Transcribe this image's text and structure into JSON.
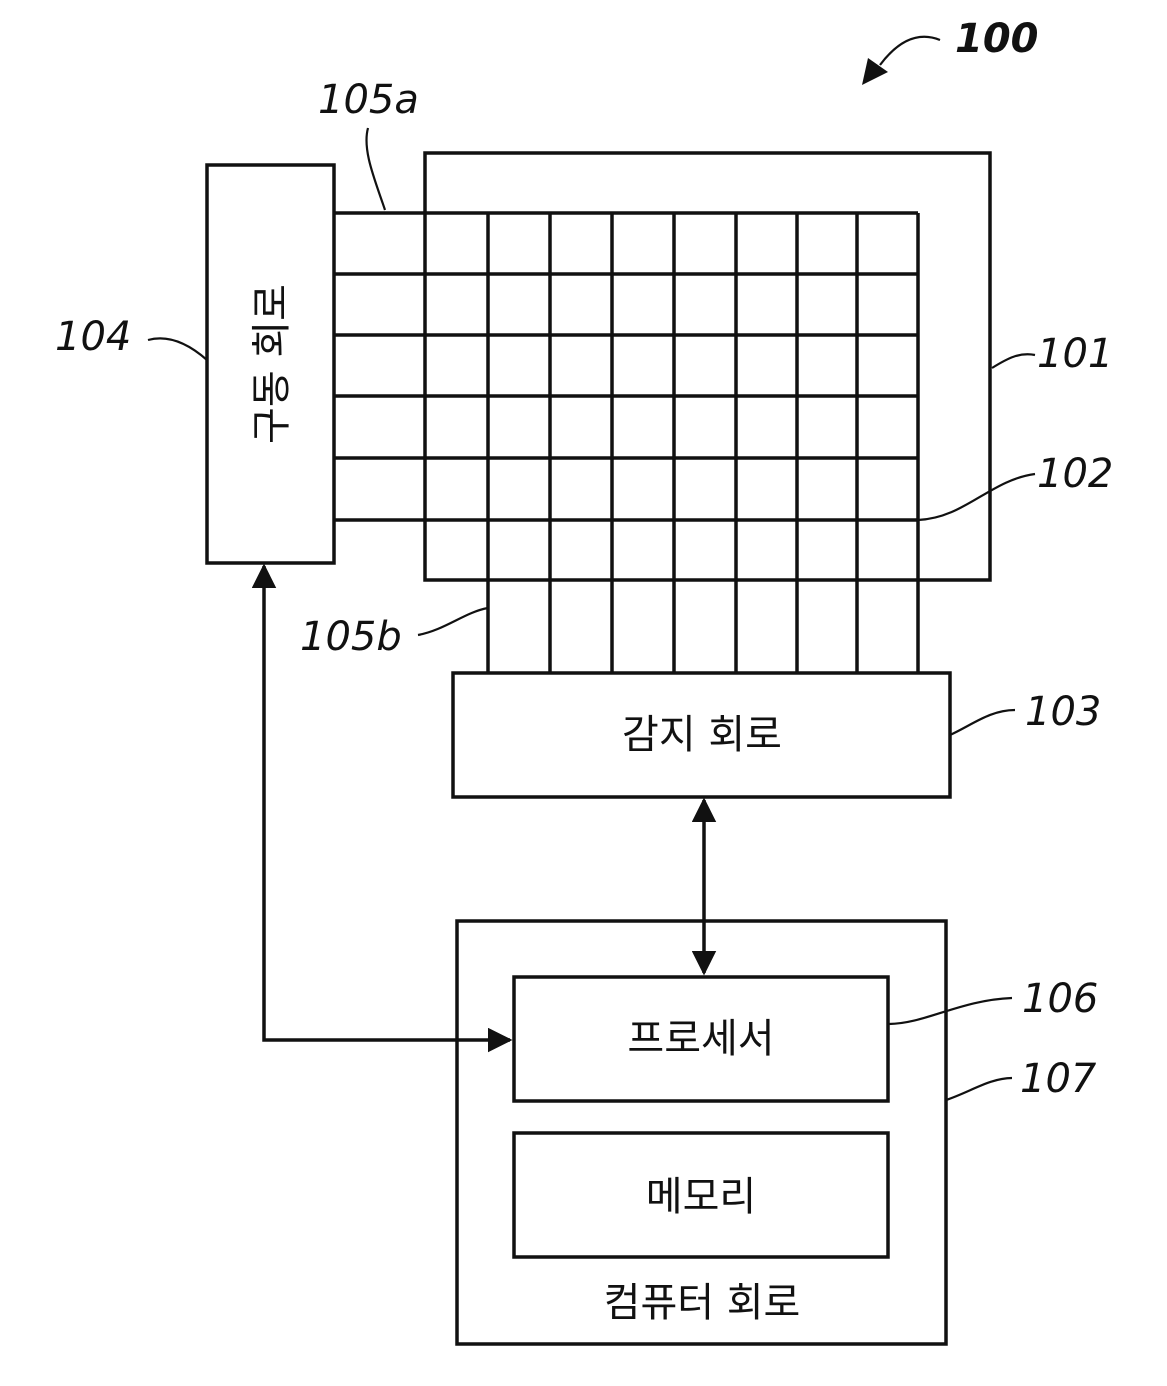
{
  "figure_ref": "100",
  "drive_circuit": {
    "ref": "104",
    "label": "구동 회로"
  },
  "panel": {
    "ref": "101"
  },
  "electrode_grid": {
    "ref": "102"
  },
  "drive_lines": {
    "ref": "105a",
    "count": 6
  },
  "sense_lines": {
    "ref": "105b",
    "count": 8
  },
  "sensing_circuit": {
    "ref": "103",
    "label": "감지 회로"
  },
  "computer_circuit": {
    "ref": "107",
    "label": "컴퓨터 회로",
    "processor": {
      "ref": "106",
      "label": "프로세서"
    },
    "memory": {
      "label": "메모리"
    }
  }
}
